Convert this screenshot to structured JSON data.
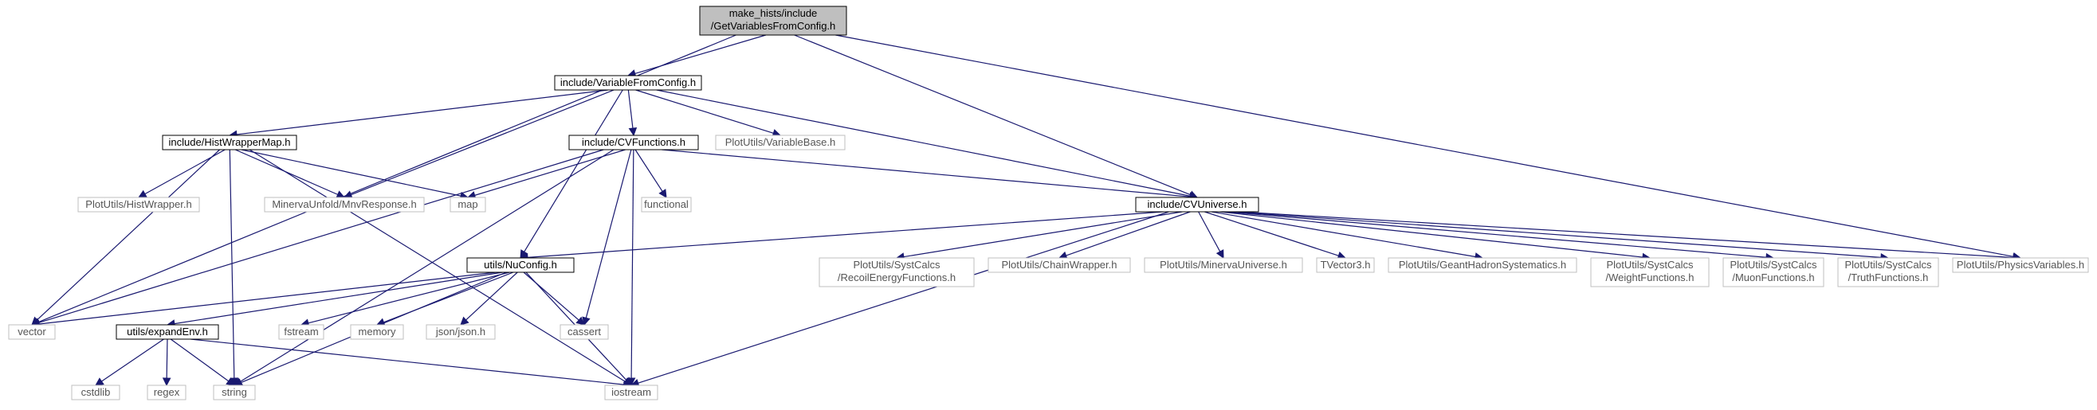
{
  "diagram": {
    "nodes": [
      {
        "id": "root",
        "lines": [
          "make_hists/include",
          "/GetVariablesFromConfig.h"
        ],
        "style": "root"
      },
      {
        "id": "vfc",
        "lines": [
          "include/VariableFromConfig.h"
        ],
        "style": "doc"
      },
      {
        "id": "hwm",
        "lines": [
          "include/HistWrapperMap.h"
        ],
        "style": "doc"
      },
      {
        "id": "cvf",
        "lines": [
          "include/CVFunctions.h"
        ],
        "style": "doc"
      },
      {
        "id": "vbase",
        "lines": [
          "PlotUtils/VariableBase.h"
        ],
        "style": "ext"
      },
      {
        "id": "cvu",
        "lines": [
          "include/CVUniverse.h"
        ],
        "style": "doc"
      },
      {
        "id": "phys",
        "lines": [
          "PlotUtils/PhysicsVariables.h"
        ],
        "style": "ext"
      },
      {
        "id": "hw",
        "lines": [
          "PlotUtils/HistWrapper.h"
        ],
        "style": "ext"
      },
      {
        "id": "mnv",
        "lines": [
          "MinervaUnfold/MnvResponse.h"
        ],
        "style": "ext"
      },
      {
        "id": "map",
        "lines": [
          "map"
        ],
        "style": "ext"
      },
      {
        "id": "func",
        "lines": [
          "functional"
        ],
        "style": "ext"
      },
      {
        "id": "nuc",
        "lines": [
          "utils/NuConfig.h"
        ],
        "style": "doc"
      },
      {
        "id": "recoil",
        "lines": [
          "PlotUtils/SystCalcs",
          "/RecoilEnergyFunctions.h"
        ],
        "style": "ext"
      },
      {
        "id": "chain",
        "lines": [
          "PlotUtils/ChainWrapper.h"
        ],
        "style": "ext"
      },
      {
        "id": "minu",
        "lines": [
          "PlotUtils/MinervaUniverse.h"
        ],
        "style": "ext"
      },
      {
        "id": "tv3",
        "lines": [
          "TVector3.h"
        ],
        "style": "ext"
      },
      {
        "id": "geant",
        "lines": [
          "PlotUtils/GeantHadronSystematics.h"
        ],
        "style": "ext"
      },
      {
        "id": "weight",
        "lines": [
          "PlotUtils/SystCalcs",
          "/WeightFunctions.h"
        ],
        "style": "ext"
      },
      {
        "id": "muon",
        "lines": [
          "PlotUtils/SystCalcs",
          "/MuonFunctions.h"
        ],
        "style": "ext"
      },
      {
        "id": "truth",
        "lines": [
          "PlotUtils/SystCalcs",
          "/TruthFunctions.h"
        ],
        "style": "ext"
      },
      {
        "id": "vector",
        "lines": [
          "vector"
        ],
        "style": "ext"
      },
      {
        "id": "expand",
        "lines": [
          "utils/expandEnv.h"
        ],
        "style": "doc"
      },
      {
        "id": "fstream",
        "lines": [
          "fstream"
        ],
        "style": "ext"
      },
      {
        "id": "memory",
        "lines": [
          "memory"
        ],
        "style": "ext"
      },
      {
        "id": "json",
        "lines": [
          "json/json.h"
        ],
        "style": "ext"
      },
      {
        "id": "cassert",
        "lines": [
          "cassert"
        ],
        "style": "ext"
      },
      {
        "id": "cstdlib",
        "lines": [
          "cstdlib"
        ],
        "style": "ext"
      },
      {
        "id": "regex",
        "lines": [
          "regex"
        ],
        "style": "ext"
      },
      {
        "id": "string",
        "lines": [
          "string"
        ],
        "style": "ext"
      },
      {
        "id": "iostream",
        "lines": [
          "iostream"
        ],
        "style": "ext"
      }
    ],
    "edges": [
      [
        "root",
        "vfc"
      ],
      [
        "root",
        "cvu"
      ],
      [
        "root",
        "vector"
      ],
      [
        "root",
        "phys"
      ],
      [
        "vfc",
        "hwm"
      ],
      [
        "vfc",
        "cvf"
      ],
      [
        "vfc",
        "vbase"
      ],
      [
        "vfc",
        "cvu"
      ],
      [
        "vfc",
        "mnv"
      ],
      [
        "vfc",
        "nuc"
      ],
      [
        "hwm",
        "hw"
      ],
      [
        "hwm",
        "mnv"
      ],
      [
        "hwm",
        "map"
      ],
      [
        "hwm",
        "vector"
      ],
      [
        "hwm",
        "string"
      ],
      [
        "hwm",
        "iostream"
      ],
      [
        "cvf",
        "map"
      ],
      [
        "cvf",
        "func"
      ],
      [
        "cvf",
        "cvu"
      ],
      [
        "cvf",
        "vector"
      ],
      [
        "cvf",
        "cassert"
      ],
      [
        "cvf",
        "string"
      ],
      [
        "cvf",
        "iostream"
      ],
      [
        "cvu",
        "nuc"
      ],
      [
        "cvu",
        "recoil"
      ],
      [
        "cvu",
        "chain"
      ],
      [
        "cvu",
        "minu"
      ],
      [
        "cvu",
        "tv3"
      ],
      [
        "cvu",
        "geant"
      ],
      [
        "cvu",
        "weight"
      ],
      [
        "cvu",
        "muon"
      ],
      [
        "cvu",
        "truth"
      ],
      [
        "cvu",
        "phys"
      ],
      [
        "cvu",
        "iostream"
      ],
      [
        "nuc",
        "vector"
      ],
      [
        "nuc",
        "expand"
      ],
      [
        "nuc",
        "fstream"
      ],
      [
        "nuc",
        "memory"
      ],
      [
        "nuc",
        "json"
      ],
      [
        "nuc",
        "cassert"
      ],
      [
        "nuc",
        "string"
      ],
      [
        "nuc",
        "iostream"
      ],
      [
        "expand",
        "cstdlib"
      ],
      [
        "expand",
        "regex"
      ],
      [
        "expand",
        "string"
      ],
      [
        "expand",
        "iostream"
      ]
    ],
    "colors": {
      "edge": "#191970",
      "root_fill": "#bfbfbf",
      "root_border": "#000000",
      "doc_fill": "#ffffff",
      "doc_border": "#000000",
      "ext_fill": "#ffffff",
      "ext_border": "#bfbfbf",
      "ext_text": "#555555",
      "text": "#000000"
    }
  }
}
